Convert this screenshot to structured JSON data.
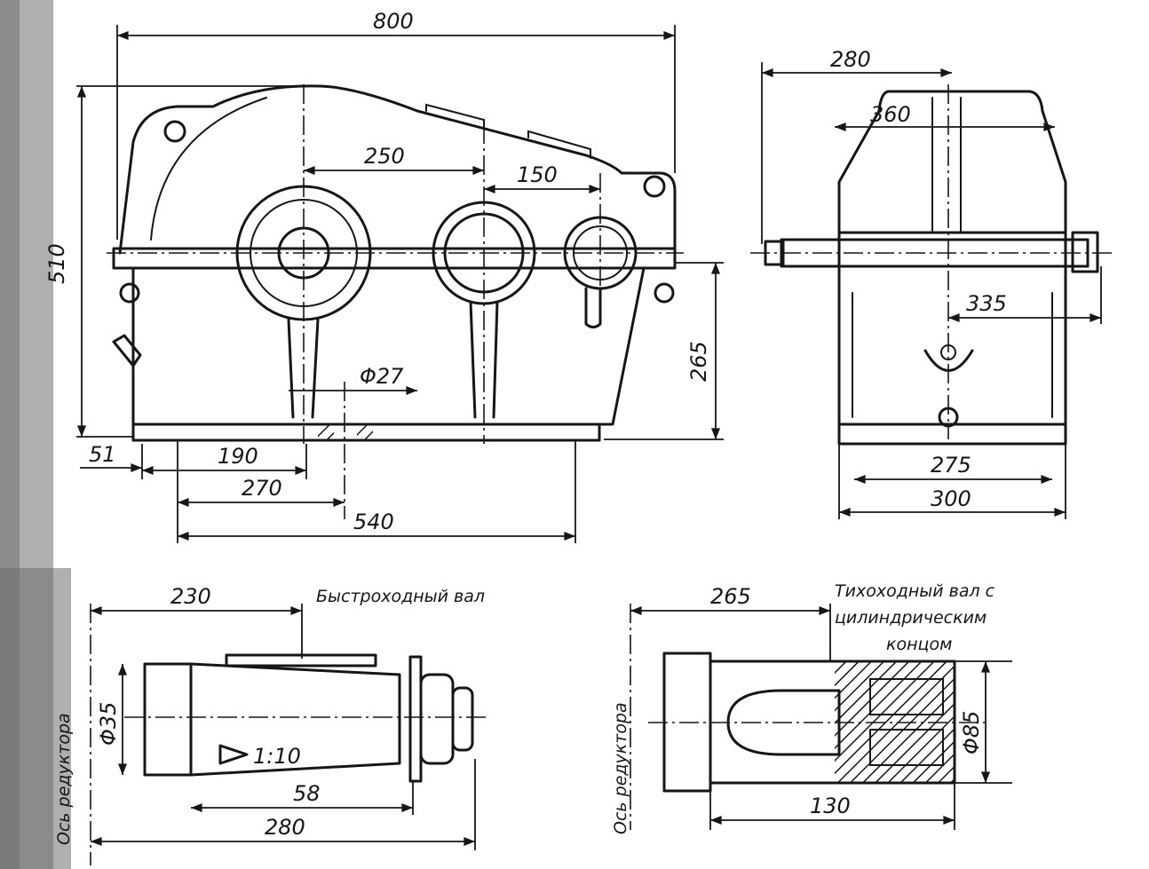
{
  "front_view": {
    "overall_length": "800",
    "overall_height": "510",
    "axis_distance_1": "250",
    "axis_distance_2": "150",
    "shaft_axis_height": "265",
    "bolt_hole": "Φ27",
    "dim_51": "51",
    "dim_190": "190",
    "dim_270": "270",
    "dim_540": "540"
  },
  "side_view": {
    "dim_280": "280",
    "dim_360": "360",
    "dim_335": "335",
    "dim_275": "275",
    "dim_300": "300"
  },
  "fast_shaft": {
    "caption": "Быстроходный вал",
    "dim_230": "230",
    "diameter": "Φ35",
    "taper": "1:10",
    "dim_58": "58",
    "dim_280": "280",
    "axis_label": "Ось редуктора"
  },
  "slow_shaft": {
    "caption_line1": "Тихоходный вал с",
    "caption_line2": "цилиндрическим",
    "caption_line3": "концом",
    "dim_265": "265",
    "diameter": "Φ85",
    "dim_130": "130",
    "axis_label": "Ось редуктора"
  }
}
